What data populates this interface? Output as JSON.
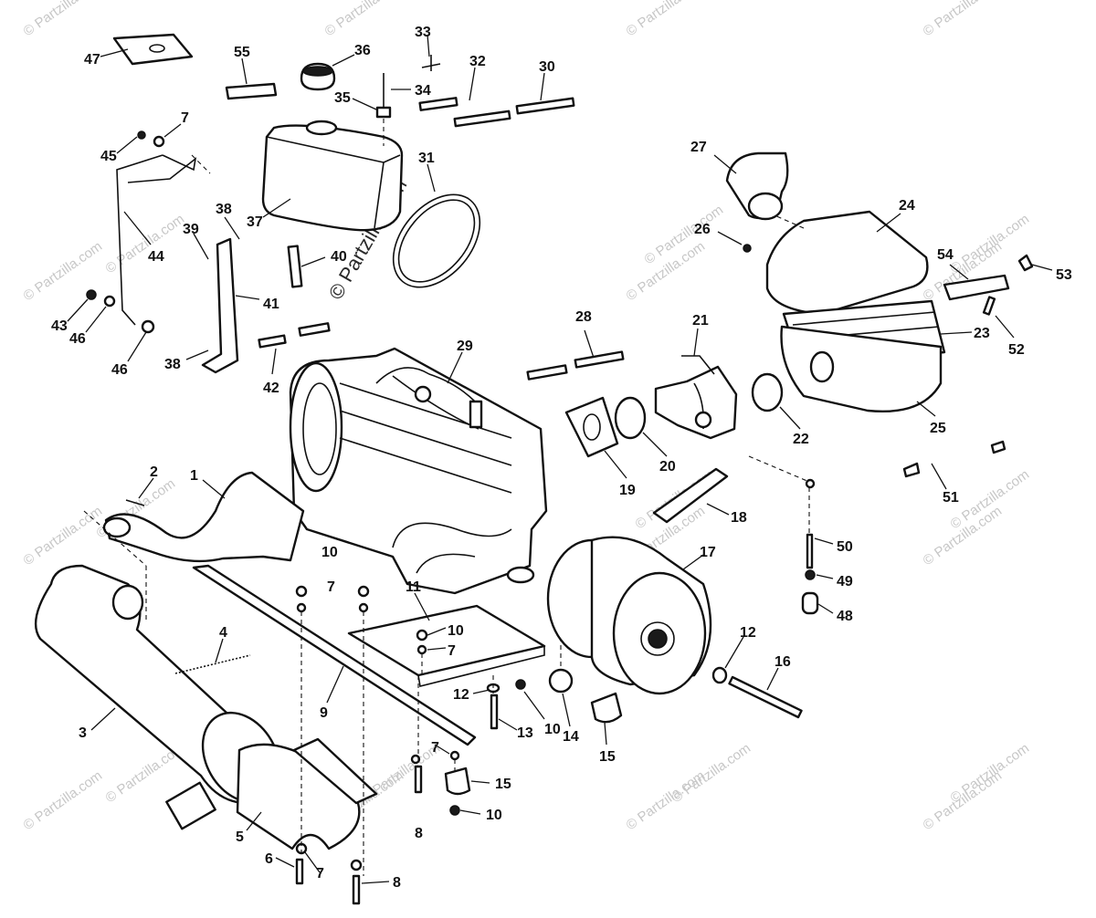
{
  "watermark": {
    "corner_text": "© Partzilla.com",
    "center_text": "© Partzilla.com"
  },
  "callouts": {
    "c1": "1",
    "c2": "2",
    "c3": "3",
    "c4": "4",
    "c5": "5",
    "c6": "6",
    "c7a": "7",
    "c7b": "7",
    "c7c": "7",
    "c7d": "7",
    "c7e": "7",
    "c8a": "8",
    "c8b": "8",
    "c9": "9",
    "c10a": "10",
    "c10b": "10",
    "c10c": "10",
    "c10d": "10",
    "c11": "11",
    "c12a": "12",
    "c12b": "12",
    "c13": "13",
    "c14": "14",
    "c15a": "15",
    "c15b": "15",
    "c16": "16",
    "c17": "17",
    "c18": "18",
    "c19": "19",
    "c20": "20",
    "c21": "21",
    "c22": "22",
    "c23": "23",
    "c24": "24",
    "c25": "25",
    "c26": "26",
    "c27": "27",
    "c28": "28",
    "c29": "29",
    "c30": "30",
    "c31": "31",
    "c32": "32",
    "c33": "33",
    "c34": "34",
    "c35": "35",
    "c36": "36",
    "c37": "37",
    "c38a": "38",
    "c38b": "38",
    "c39": "39",
    "c40": "40",
    "c41": "41",
    "c42": "42",
    "c43": "43",
    "c44": "44",
    "c45": "45",
    "c46a": "46",
    "c46b": "46",
    "c47": "47",
    "c48": "48",
    "c49": "49",
    "c50": "50",
    "c51": "51",
    "c52": "52",
    "c53": "53",
    "c54": "54",
    "c55": "55"
  }
}
